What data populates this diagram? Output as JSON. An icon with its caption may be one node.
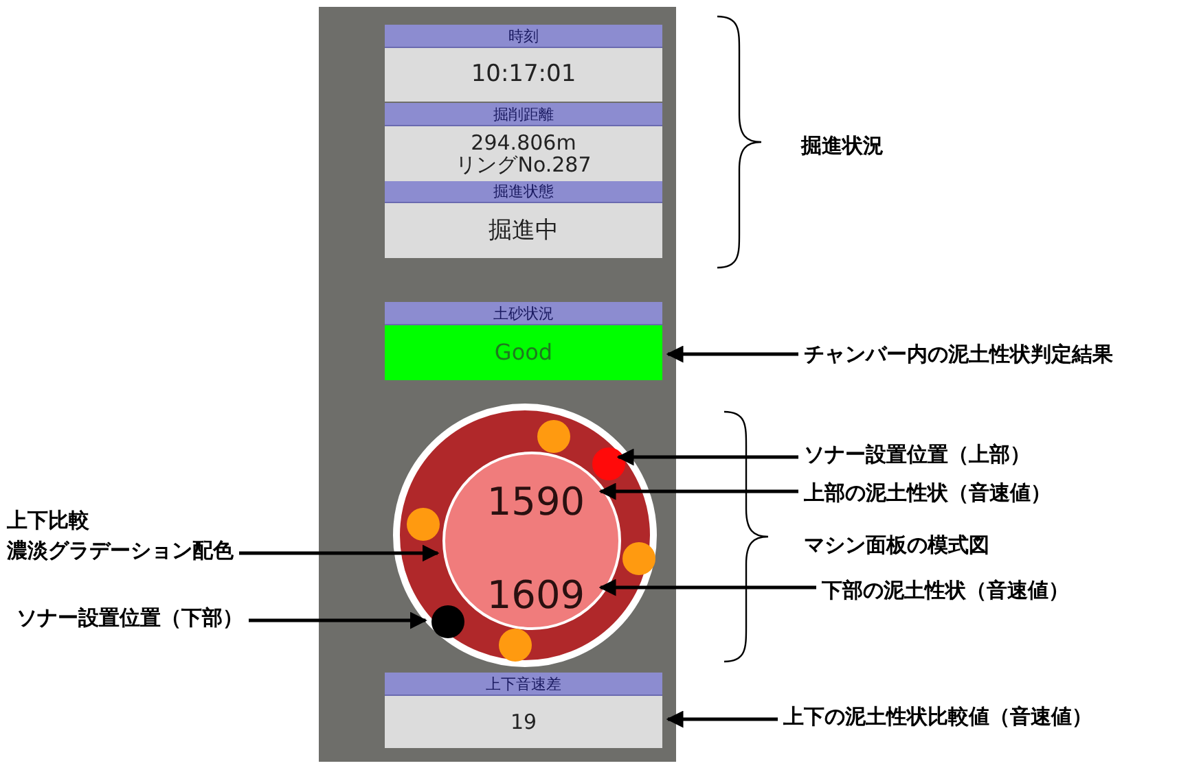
{
  "diagram": {
    "nodes": [
      {
        "text": [
          "時刻",
          "10:17:01"
        ]
      },
      {
        "text": [
          "掘削距離",
          "294.806m",
          "リングNo.287"
        ]
      },
      {
        "text": [
          "掘進状態",
          "掘進中"
        ]
      },
      {
        "text": [
          "土砂状況",
          "Good"
        ]
      },
      {
        "text": [],
        "shape": "circle"
      },
      {
        "text": [],
        "shape": "circle",
        "in": 4
      },
      {
        "text": [
          "1590"
        ],
        "in": 5
      },
      {
        "text": [
          "1609"
        ],
        "in": 5
      },
      {
        "text": [],
        "shape": "circle",
        "in": 4
      },
      {
        "text": [],
        "shape": "circle",
        "in": 4
      },
      {
        "text": [],
        "shape": "circle",
        "in": 4
      },
      {
        "text": [],
        "shape": "circle",
        "in": 4
      },
      {
        "text": [],
        "shape": "circle",
        "in": 4
      },
      {
        "text": [],
        "shape": "circle",
        "in": 4
      },
      {
        "text": [
          "上下音速差",
          "19"
        ]
      },
      {
        "text": [
          "チャンバー内の泥土性状判定結果"
        ]
      },
      {
        "text": [
          "ソナー設置位置（上部）"
        ]
      },
      {
        "text": [
          "上部の泥土性状（音速値）"
        ]
      },
      {
        "text": [
          "上下比較",
          "濃淡グラデーション配色"
        ]
      },
      {
        "text": [
          "ソナー設置位置（下部）"
        ]
      },
      {
        "text": [
          "下部の泥土性状（音速値）"
        ]
      },
      {
        "text": [
          "上下の泥土性状比較値（音速値）"
        ]
      }
    ],
    "edges": [
      {
        "from": 15,
        "to": 3,
        "arrow": "to"
      },
      {
        "from": 16,
        "to": 9,
        "arrow": "to"
      },
      {
        "from": 17,
        "to": 6,
        "arrow": "to"
      },
      {
        "from": 18,
        "to": 5,
        "arrow": "to"
      },
      {
        "from": 19,
        "to": 12,
        "arrow": "to"
      },
      {
        "from": 20,
        "to": 7,
        "arrow": "to"
      },
      {
        "from": 21,
        "to": 14,
        "arrow": "to"
      }
    ],
    "labels": [
      "掘進状況",
      "マシン面板の模式図"
    ]
  }
}
